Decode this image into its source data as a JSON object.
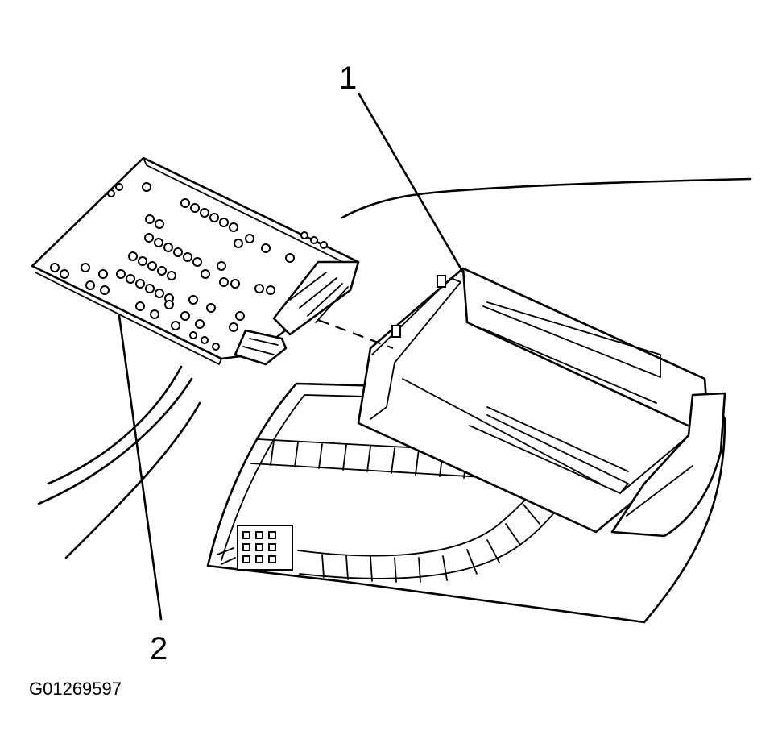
{
  "diagram": {
    "callouts": [
      {
        "id": "1",
        "label": "1"
      },
      {
        "id": "2",
        "label": "2"
      }
    ],
    "figure_id": "G01269597"
  }
}
